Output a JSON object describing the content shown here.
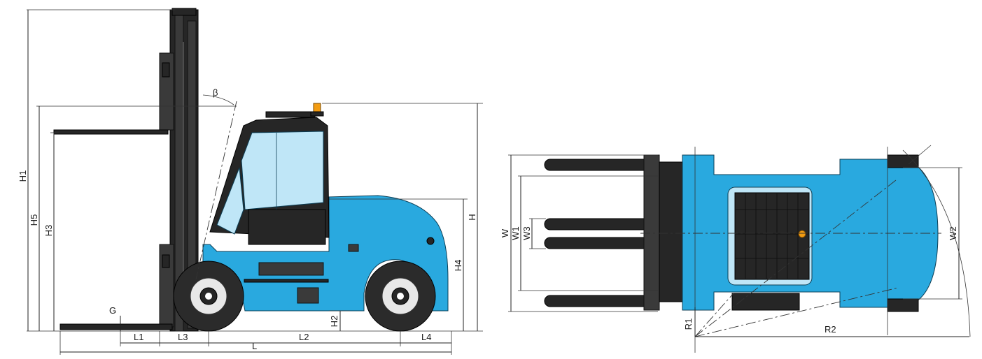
{
  "side_view": {
    "labels": {
      "H1": "H1",
      "H5": "H5",
      "H3": "H3",
      "H": "H",
      "H4": "H4",
      "H2": "H2",
      "G": "G",
      "L1": "L1",
      "L3": "L3",
      "L2": "L2",
      "L4": "L4",
      "L": "L",
      "beta": "β"
    }
  },
  "top_view": {
    "labels": {
      "W": "W",
      "W1": "W1",
      "W3": "W3",
      "W2": "W2",
      "R1": "R1",
      "R2": "R2"
    }
  },
  "colors": {
    "body_blue": "#29a9df",
    "glass_blue": "#bfe6f7",
    "mast_dark": "#3a3a3a",
    "beacon": "#f39c12"
  }
}
